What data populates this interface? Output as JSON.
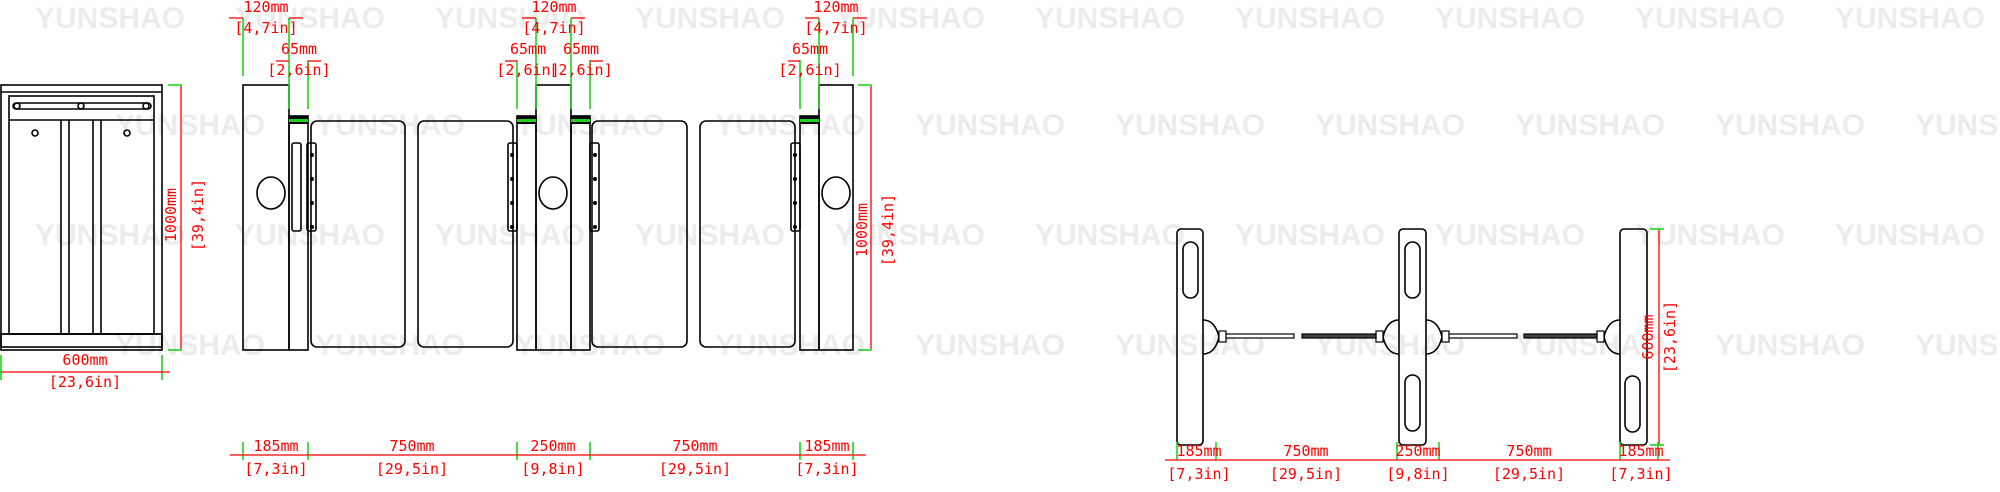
{
  "watermark": "YUNSHAO",
  "colors": {
    "outline": "#000000",
    "dimension": "#ff0000",
    "extension": "#1ed31e"
  },
  "front_view": {
    "height_mm": "1000mm",
    "height_in": "[39,4in]",
    "width_mm": "600mm",
    "width_in": "[23,6in]"
  },
  "side_elevation": {
    "top_dims": [
      {
        "mm": "120mm",
        "in": "[4,7in]"
      },
      {
        "mm": "65mm",
        "in": "[2,6in]"
      },
      {
        "mm": "120mm",
        "in": "[4,7in]"
      },
      {
        "mm": "65mm",
        "in": "[2,6in]"
      },
      {
        "mm": "65mm",
        "in": "[2,6in]"
      },
      {
        "mm": "120mm",
        "in": "[4,7in]"
      },
      {
        "mm": "65mm",
        "in": "[2,6in]"
      }
    ],
    "height_mm": "1000mm",
    "height_in": "[39,4in]",
    "bottom_dims": [
      {
        "mm": "185mm",
        "in": "[7,3in]"
      },
      {
        "mm": "750mm",
        "in": "[29,5in]"
      },
      {
        "mm": "250mm",
        "in": "[9,8in]"
      },
      {
        "mm": "750mm",
        "in": "[29,5in]"
      },
      {
        "mm": "185mm",
        "in": "[7,3in]"
      }
    ]
  },
  "plan_view": {
    "depth_mm": "600mm",
    "depth_in": "[23,6in]",
    "bottom_dims": [
      {
        "mm": "185mm",
        "in": "[7,3in]"
      },
      {
        "mm": "750mm",
        "in": "[29,5in]"
      },
      {
        "mm": "250mm",
        "in": "[9,8in]"
      },
      {
        "mm": "750mm",
        "in": "[29,5in]"
      },
      {
        "mm": "185mm",
        "in": "[7,3in]"
      }
    ]
  }
}
